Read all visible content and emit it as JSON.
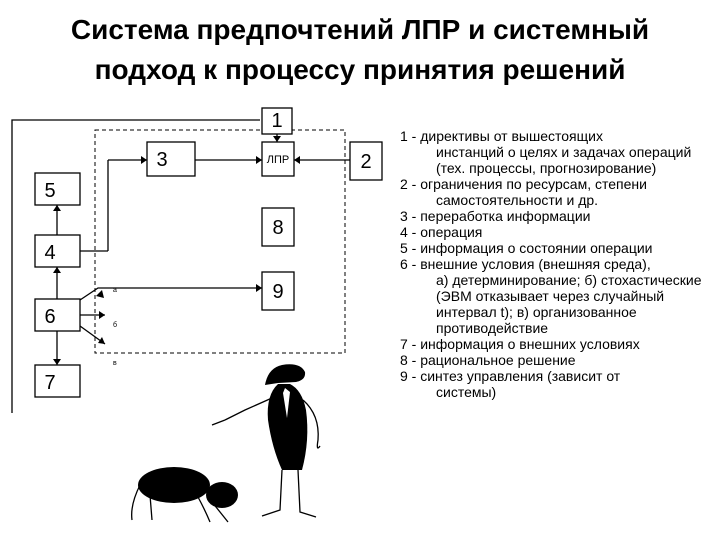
{
  "title": {
    "line1": "Система предпочтений ЛПР и системный",
    "line2": "подход к процессу принятия решений"
  },
  "diagram": {
    "box1": "1",
    "box2": "2",
    "box3": "3",
    "box_lpr": "ЛПР",
    "box4": "4",
    "box5": "5",
    "box6": "6",
    "box7": "7",
    "box8": "8",
    "box9": "9",
    "sub_a": "а",
    "sub_b": "б",
    "sub_v": "в"
  },
  "legend": [
    {
      "first": "1 - директивы от вышестоящих",
      "rest": "инстанций о целях и задачах операций (тех. процессы, прогнозирование)"
    },
    {
      "first": "2 - ограничения по ресурсам, степени",
      "rest": "самостоятельности и др."
    },
    {
      "first": "3 - переработка информации",
      "rest": ""
    },
    {
      "first": "4 - операция",
      "rest": ""
    },
    {
      "first": "5 - информация о состоянии операции",
      "rest": ""
    },
    {
      "first": "6 - внешние условия (внешняя среда),",
      "rest": "а) детерминирование; б) стохастические (ЭВМ отказывает через случайный интервал t); в) организованное противодействие"
    },
    {
      "first": "7 - информация о внешних условиях",
      "rest": ""
    },
    {
      "first": "8 - рациональное решение",
      "rest": ""
    },
    {
      "first": "9 - синтез управления (зависит от",
      "rest": "системы)"
    }
  ],
  "colors": {
    "ink": "#000000",
    "background": "#ffffff"
  }
}
